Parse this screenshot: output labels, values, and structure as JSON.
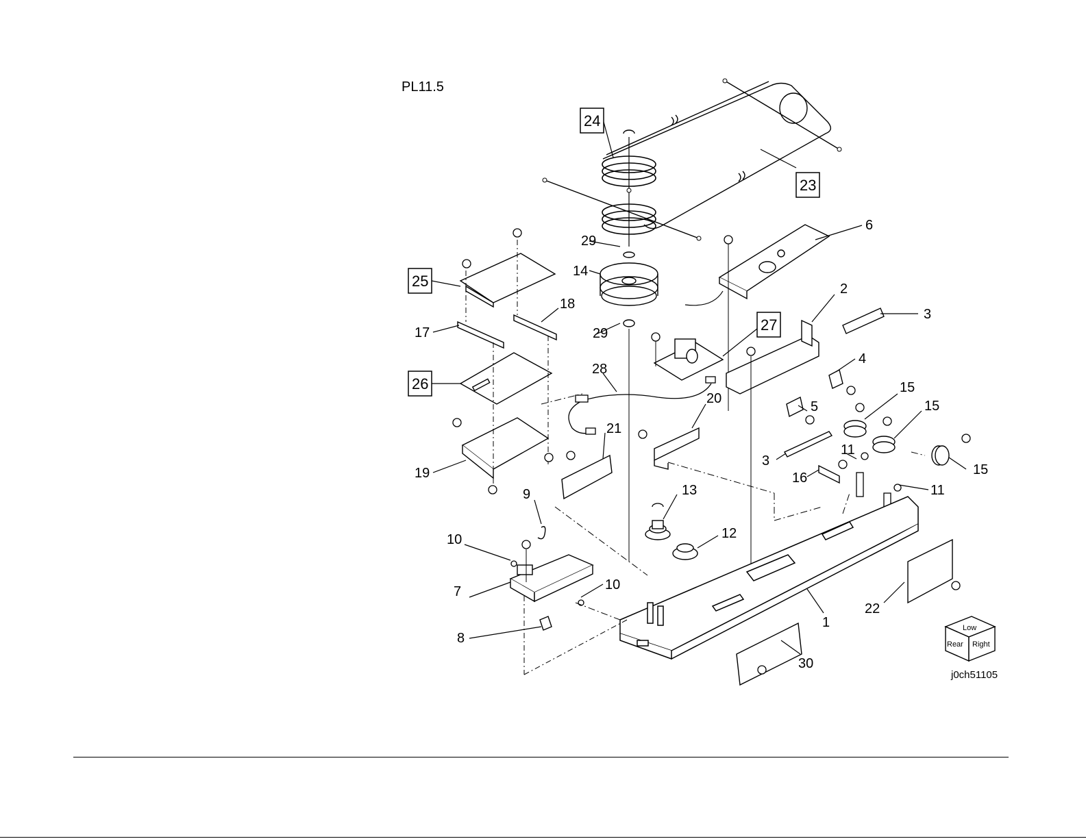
{
  "plate": {
    "title": "PL11.5",
    "figure_id": "j0ch51105"
  },
  "orientation_cube": {
    "top": "Low",
    "left": "Rear",
    "right": "Right"
  },
  "callouts": {
    "1": "1",
    "2": "2",
    "3": "3",
    "4": "4",
    "5": "5",
    "6": "6",
    "7": "7",
    "8": "8",
    "9": "9",
    "10": "10",
    "11": "11",
    "12": "12",
    "13": "13",
    "14": "14",
    "15": "15",
    "16": "16",
    "17": "17",
    "18": "18",
    "19": "19",
    "20": "20",
    "21": "21",
    "22": "22",
    "23": "23",
    "24": "24",
    "25": "25",
    "26": "26",
    "27": "27",
    "28": "28",
    "29": "29",
    "30": "30"
  }
}
